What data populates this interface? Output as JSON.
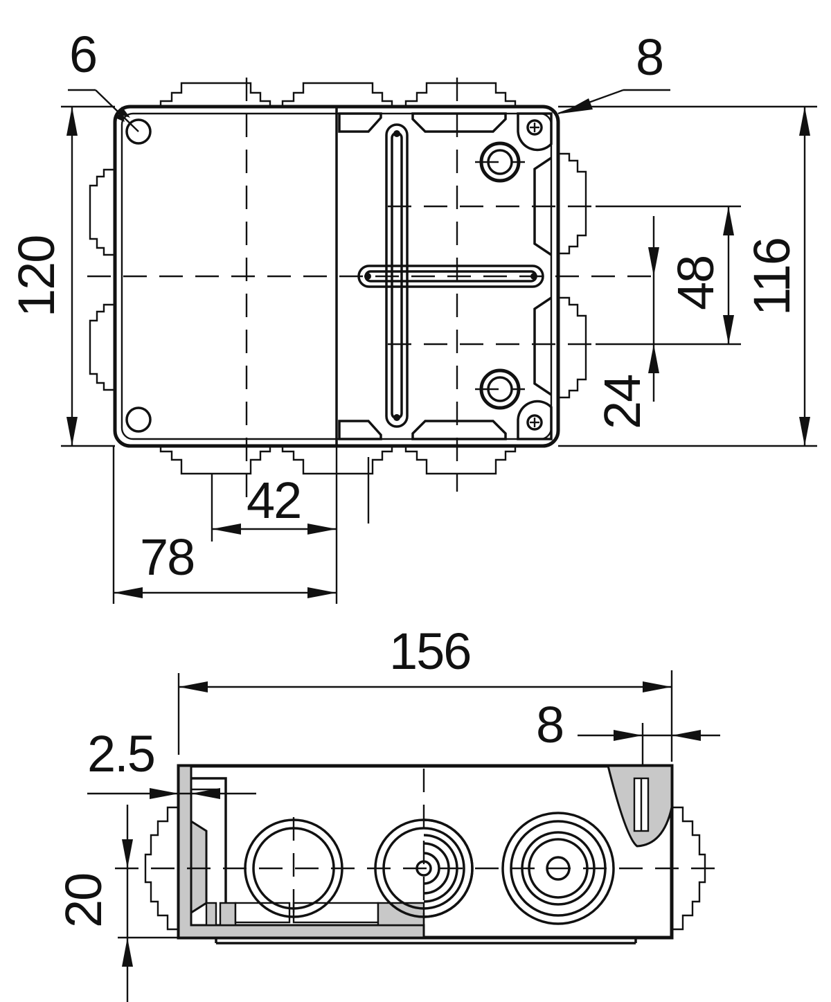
{
  "dimensions": {
    "hole_diameter": "6",
    "corner_offset_top": "8",
    "height_outer": "120",
    "height_inner": "116",
    "gland_spacing_small": "48",
    "gland_offset": "24",
    "offset_42": "42",
    "offset_78": "78",
    "length_total": "156",
    "corner_offset_side": "8",
    "wall_thickness": "2.5",
    "gland_height": "20"
  },
  "colors": {
    "line": "#111111",
    "section_fill": "#c8c8c8",
    "background": "#ffffff"
  }
}
